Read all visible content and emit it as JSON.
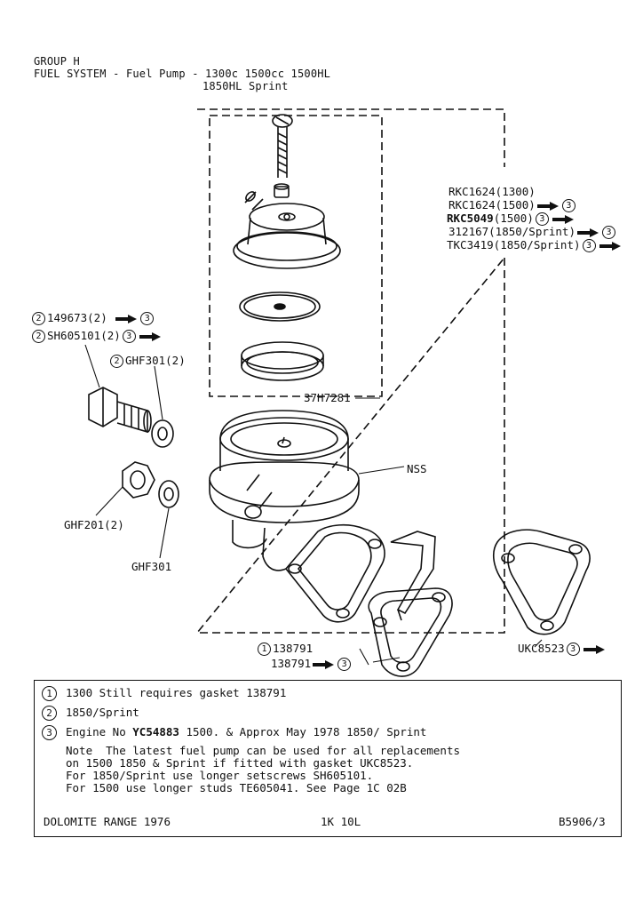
{
  "header": {
    "group": "GROUP H",
    "title": "FUEL SYSTEM - Fuel Pump - 1300c 1500cc 1500HL",
    "subtitle": "1850HL Sprint"
  },
  "callouts": {
    "rkc1624_1300": "RKC1624(1300)",
    "rkc1624_1500": "RKC1624(1500)",
    "rkc5049": "RKC5049",
    "rkc5049_suffix": "(1500)",
    "p312167": "312167(1850/Sprint)",
    "tkc3419": "TKC3419(1850/Sprint)",
    "p149673": "149673(2)",
    "sh605101": "SH605101(2)",
    "ghf301_2": "GHF301(2)",
    "h37281": "37H7281",
    "nss": "NSS",
    "ghf201": "GHF201(2)",
    "ghf301": "GHF301",
    "p138791_a": "138791",
    "p138791_b": "138791",
    "ukc8523": "UKC8523"
  },
  "circle_refs": {
    "one": "1",
    "two": "2",
    "three": "3"
  },
  "notes": {
    "n1": "1300 Still requires gasket 138791",
    "n2": "1850/Sprint",
    "n3_prefix": "Engine No ",
    "n3_bold": "YC54883",
    "n3_suffix": " 1500. & Approx May 1978 1850/ Sprint",
    "note_lines": [
      "Note  The latest fuel pump can be used for all replacements",
      "on 1500 1850 & Sprint if fitted with gasket UKC8523.",
      "For 1850/Sprint use longer setscrews SH605101.",
      "For 1500 use longer studs TE605041. See Page 1C 02B"
    ]
  },
  "footer": {
    "left": "DOLOMITE RANGE 1976",
    "center": "1K 10L",
    "right": "B5906/3"
  }
}
